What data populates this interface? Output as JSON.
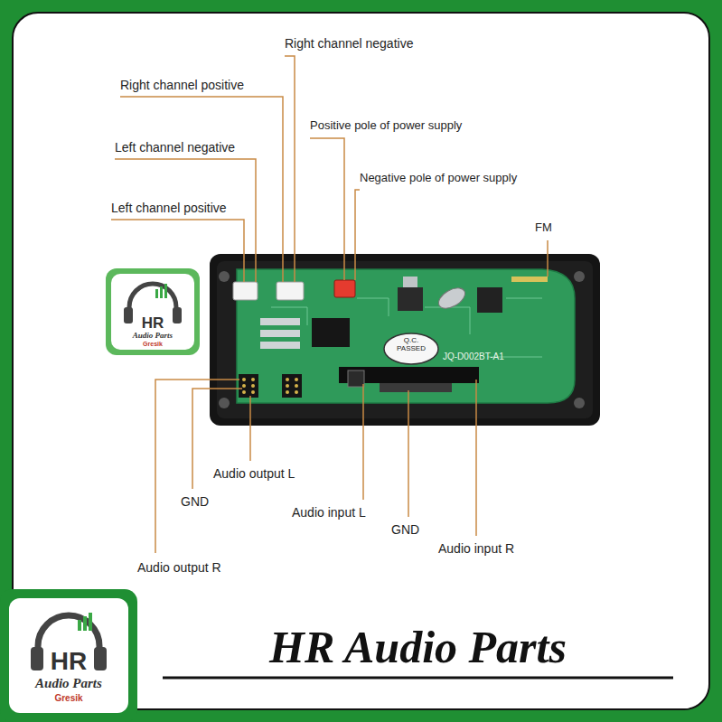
{
  "diagram": {
    "labels": [
      "Right channel negative",
      "Right channel positive",
      "Left channel negative",
      "Left channel positive",
      "Positive pole of power supply",
      "Negative pole of power supply",
      "FM",
      "Audio output L",
      "GND",
      "Audio input L",
      "GND",
      "Audio input R",
      "Audio output R",
      "Q.C. PASSED",
      "JQ-D002BT-A1",
      "HR",
      "Audio Parts",
      "Gresik",
      "HR",
      "Audio Parts",
      "Gresik",
      "HR Audio Parts"
    ]
  }
}
